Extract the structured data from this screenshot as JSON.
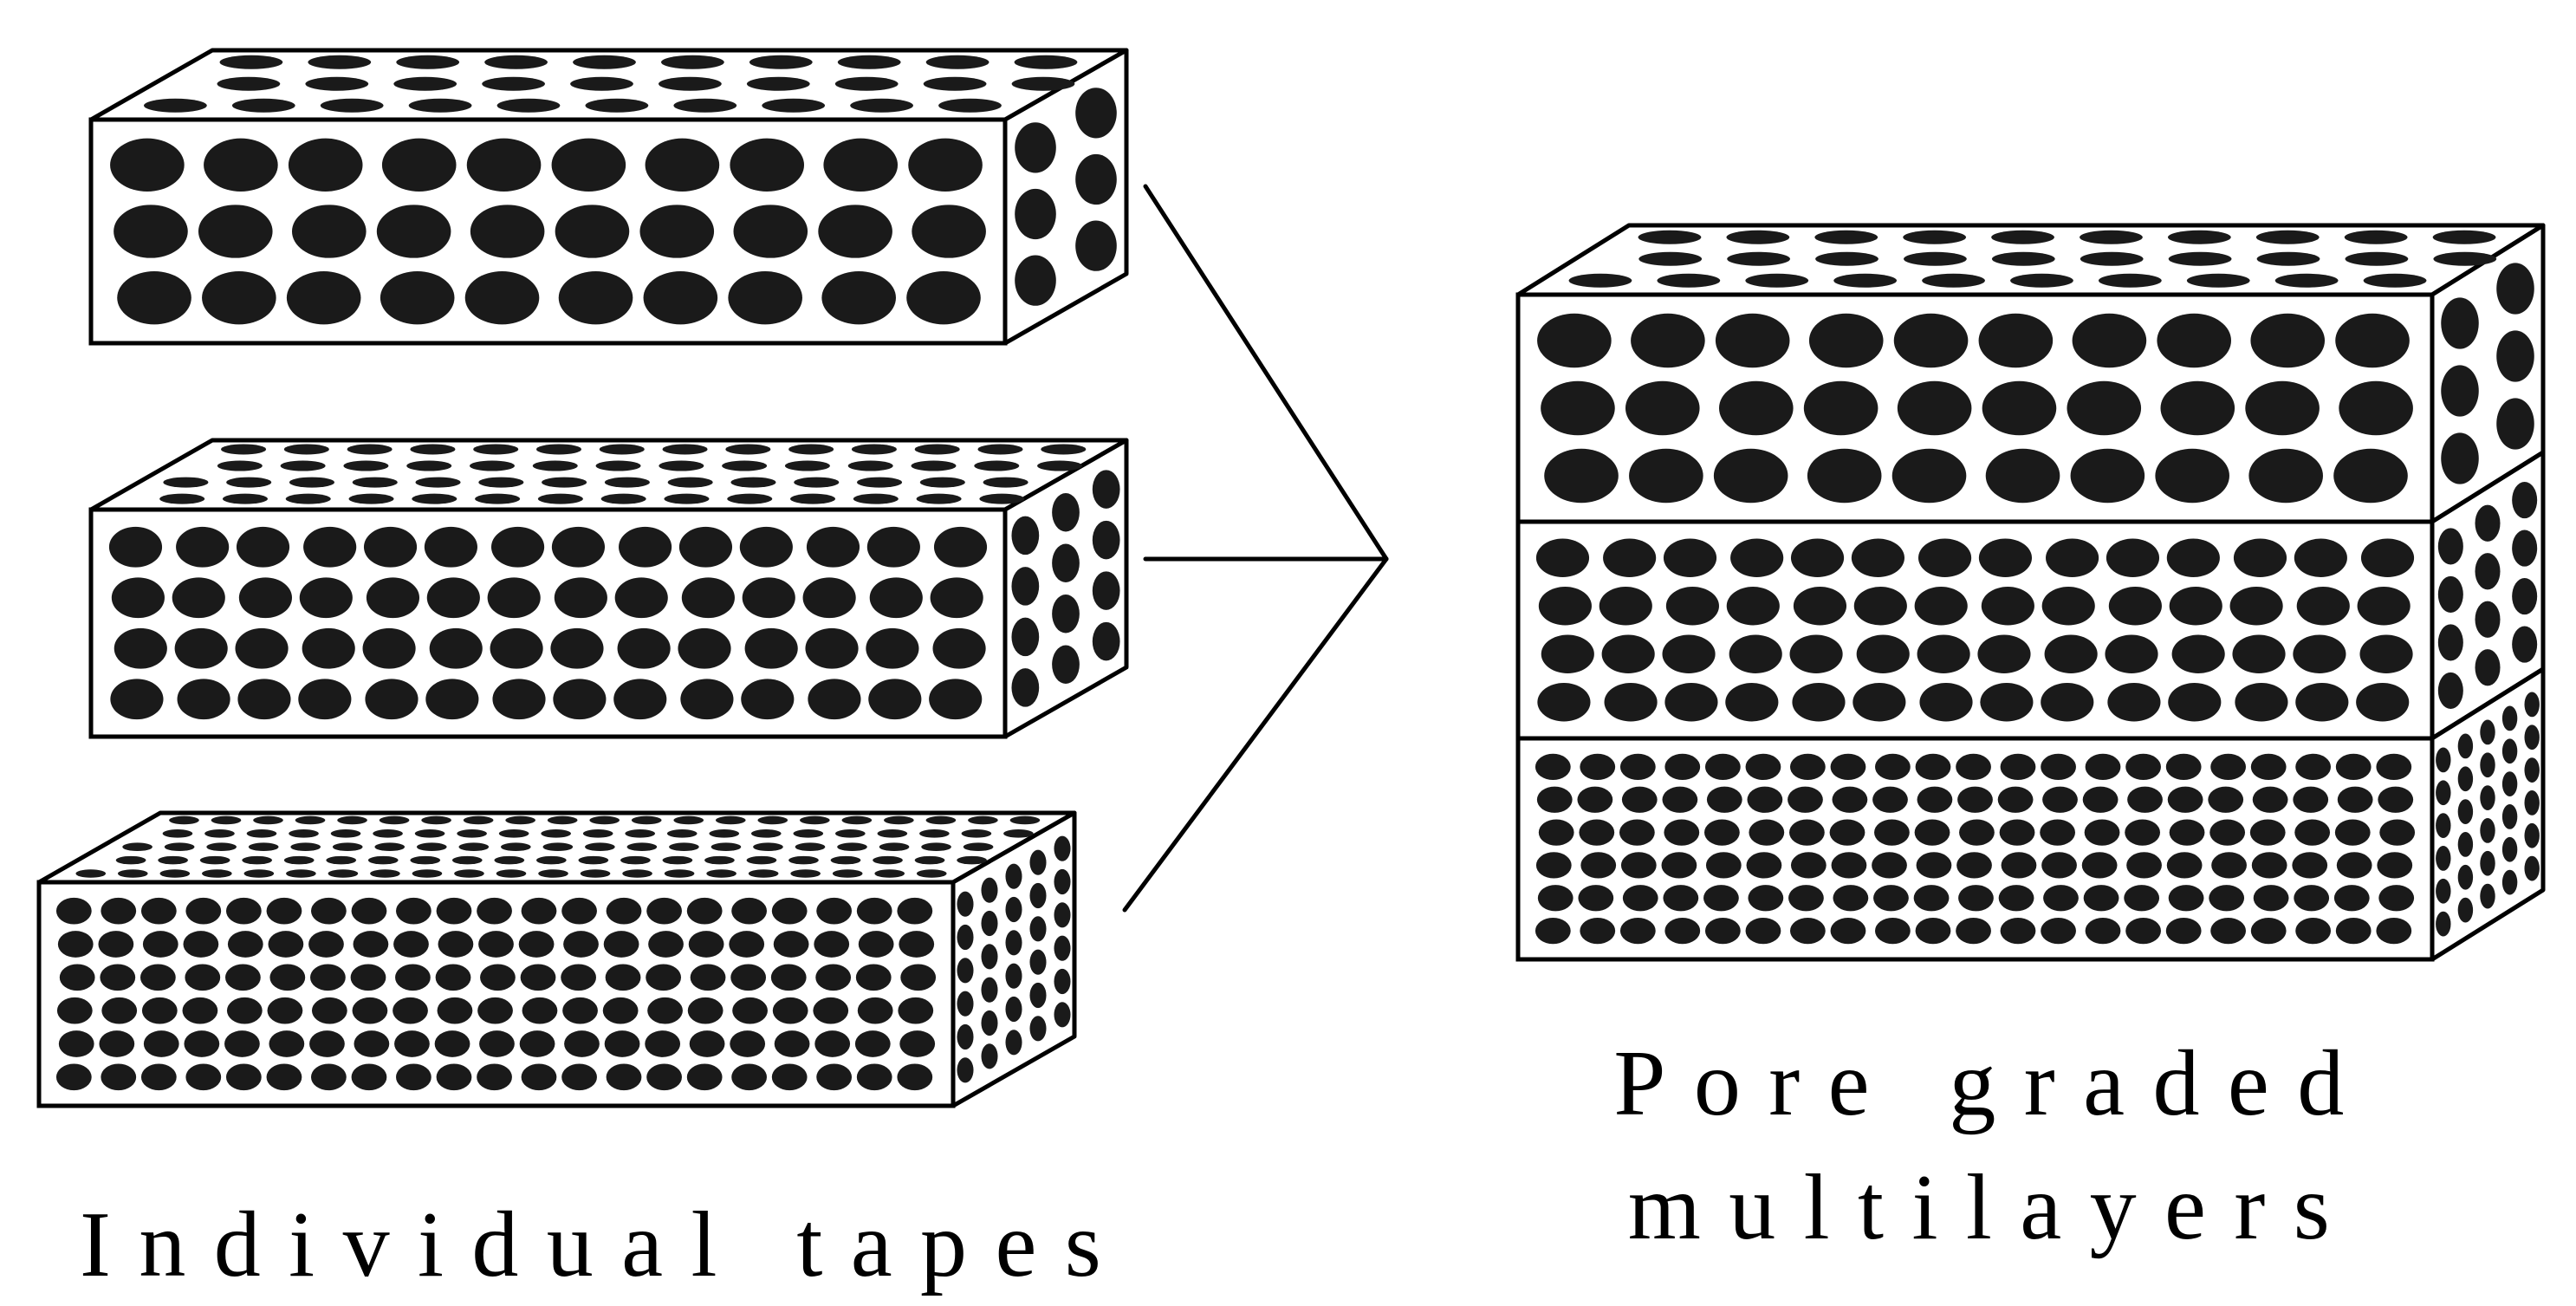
{
  "labels": {
    "individual_tapes": "Individual tapes",
    "multilayer_line1": "Pore graded",
    "multilayer_line2": "multilayers"
  },
  "colors": {
    "background": "#ffffff",
    "outline": "#000000",
    "pore": "#1a1a1a"
  },
  "tapes": [
    {
      "pore_size": "large",
      "rows": 3,
      "cols": 10
    },
    {
      "pore_size": "medium",
      "rows": 4,
      "cols": 14
    },
    {
      "pore_size": "small",
      "rows": 6,
      "cols": 21
    }
  ],
  "stack_layers": [
    {
      "pore_size": "large",
      "rows": 3,
      "cols": 10
    },
    {
      "pore_size": "medium",
      "rows": 4,
      "cols": 14
    },
    {
      "pore_size": "small",
      "rows": 6,
      "cols": 21
    }
  ],
  "connector": "converging-lines"
}
